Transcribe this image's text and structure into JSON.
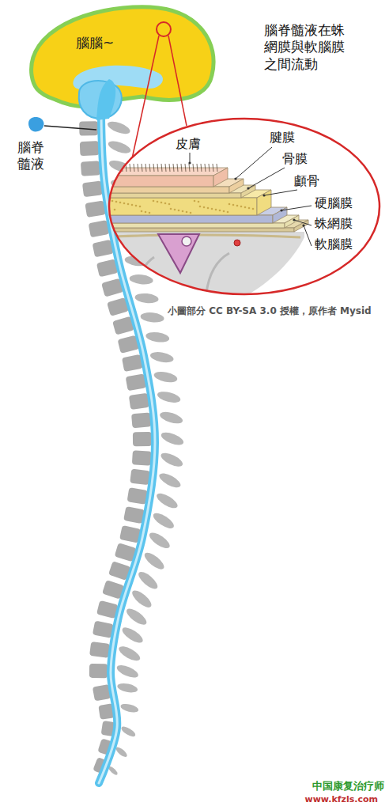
{
  "diagram": {
    "labels": [
      "腦腦~",
      "腦脊髓液",
      "腦脊髓液在蛛網膜與軟腦膜之間流動",
      "皮膚",
      "腱膜",
      "骨膜",
      "顱骨",
      "硬腦膜",
      "蛛網膜",
      "軟腦膜",
      "小圖部分 CC BY-SA 3.0 授權，原作者 Mysid",
      "中国康复治疗师",
      "www.kfzls.com"
    ]
  }
}
